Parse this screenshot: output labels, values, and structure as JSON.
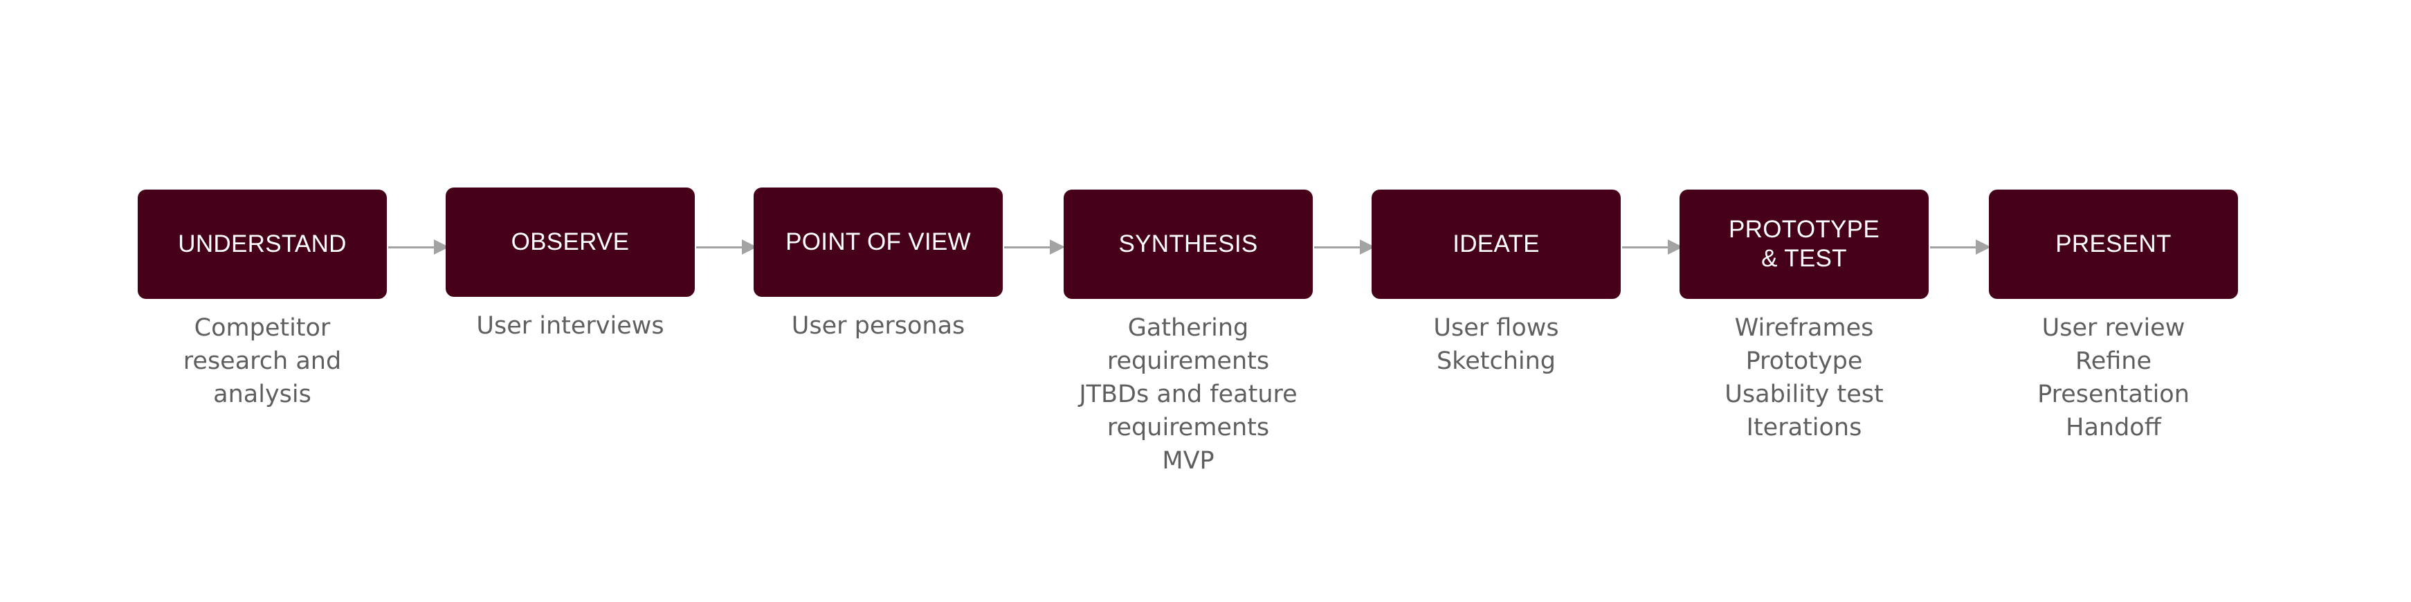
{
  "colors": {
    "box_fill": "#470019",
    "box_text": "#ffffff",
    "desc_text": "#5f5f5f",
    "arrow": "#a3a3a3"
  },
  "steps": [
    {
      "title": "UNDERSTAND",
      "items": [
        "Competitor",
        "research and",
        "analysis"
      ]
    },
    {
      "title": "OBSERVE",
      "items": [
        "User interviews"
      ]
    },
    {
      "title": "POINT OF VIEW",
      "items": [
        "User personas"
      ]
    },
    {
      "title": "SYNTHESIS",
      "items": [
        "Gathering",
        "requirements",
        "JTBDs and feature",
        "requirements",
        "MVP"
      ]
    },
    {
      "title": "IDEATE",
      "items": [
        "User flows",
        "Sketching"
      ]
    },
    {
      "title": "PROTOTYPE\n& TEST",
      "items": [
        "Wireframes",
        "Prototype",
        "Usability test",
        "Iterations"
      ]
    },
    {
      "title": "PRESENT",
      "items": [
        "User review",
        "Refine",
        "Presentation",
        "Handoff"
      ]
    }
  ]
}
